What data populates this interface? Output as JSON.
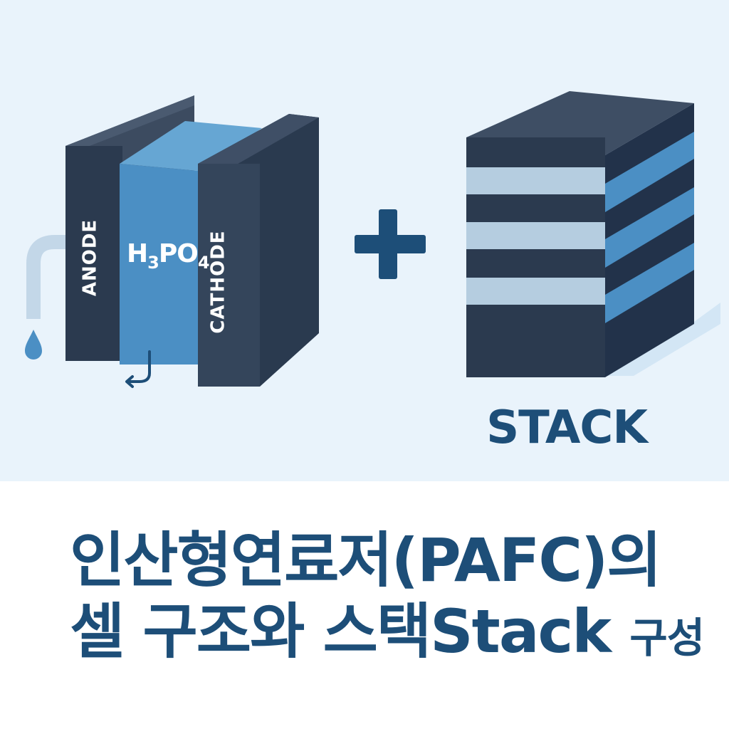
{
  "cell": {
    "anode_label": "ANODE",
    "cathode_label": "CATHODE",
    "electrolyte": {
      "base1": "H",
      "sub1": "3",
      "base2": "PO",
      "sub2": "4"
    }
  },
  "operator": "+",
  "stack": {
    "label": "STACK"
  },
  "title": {
    "line1": "인산형연료저(PAFC)의",
    "line2_main": "셀 구조와 스택Stack",
    "line2_small": "구성"
  },
  "colors": {
    "background": "#e9f3fb",
    "dark_plate": "#2b3a4f",
    "electrolyte_blue": "#4b8fc4",
    "light_band": "#b5cde0",
    "title_text": "#1d4e78"
  },
  "icons": [
    "pipe-icon",
    "water-drop-icon",
    "flow-arrow-icon",
    "plus-icon"
  ]
}
